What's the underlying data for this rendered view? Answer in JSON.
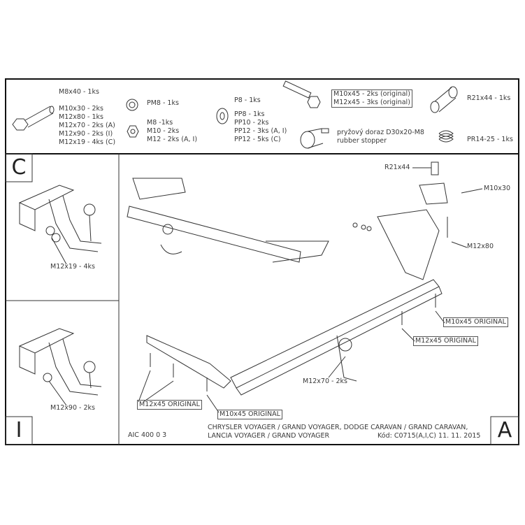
{
  "parts_panel": {
    "bolt_group": {
      "title": "M8x40 - 1ks",
      "items": [
        "M10x30 - 2ks",
        "M12x80 - 1ks",
        "M12x70 - 2ks (A)",
        "M12x90 - 2ks (I)",
        "M12x19 - 4ks (C)"
      ]
    },
    "lock_nut": "PM8 - 1ks",
    "nut_group": [
      "M8 -1ks",
      "M10 - 2ks",
      "M12 - 2ks (A, I)"
    ],
    "washer_group": {
      "title": "P8 - 1ks",
      "items": [
        "PP8 - 1ks",
        "PP10 - 2ks",
        "PP12 - 3ks (A, I)",
        "PP12 - 5ks (C)"
      ]
    },
    "original_bolts": [
      "M10x45 - 2ks (original)",
      "M12x45 - 3ks (original)"
    ],
    "stopper": [
      "pryžový doraz D30x20-M8",
      "rubber stopper"
    ],
    "spacer": "R21x44 - 1ks",
    "spring": "PR14-25 - 1ks"
  },
  "panel_c": {
    "letter": "C",
    "callout": "M12x19 - 4ks"
  },
  "panel_i": {
    "letter": "I",
    "callout": "M12x90 - 2ks"
  },
  "panel_a": {
    "letter": "A",
    "callouts": {
      "spacer": "R21x44",
      "m10x30": "M10x30",
      "m12x80": "M12x80",
      "m10x45_right": "M10x45 ORIGINAL",
      "m12x45_right": "M12x45 ORIGINAL",
      "m12x70": "M12x70 - 2ks",
      "m12x45_left": "M12x45 ORIGINAL",
      "m10x45_left": "M10x45 ORIGINAL"
    }
  },
  "footer": {
    "code": "AIC 400 0 3",
    "vehicles_line1": "CHRYSLER VOYAGER / GRAND VOYAGER, DODGE CARAVAN / GRAND CARAVAN,",
    "vehicles_line2": "LANCIA VOYAGER / GRAND VOYAGER",
    "kod": "Kód: C0715(A,I,C)  11. 11. 2015"
  }
}
